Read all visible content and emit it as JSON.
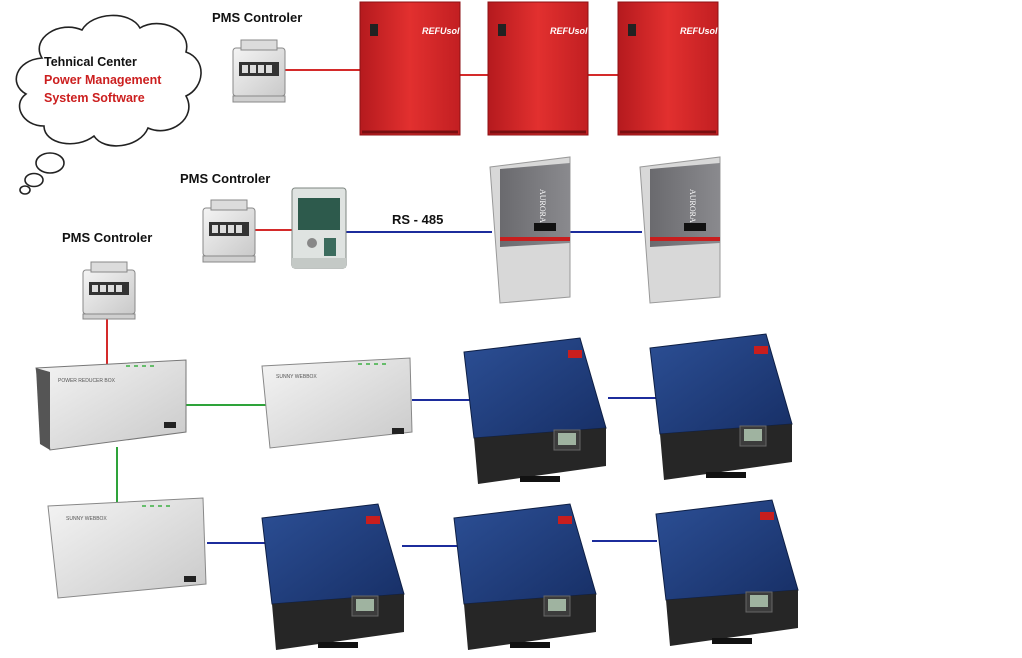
{
  "cloud": {
    "line1": "Tehnical Center",
    "line2": "Power Management",
    "line3": "System Software",
    "line1_color": "#111111",
    "accent_color": "#cc1f1f"
  },
  "labels": {
    "pms1": "PMS Controler",
    "pms2": "PMS Controler",
    "pms3": "PMS Controler",
    "rs485": "RS - 485"
  },
  "brands": {
    "refusol": "REFUsol",
    "aurora": "AURORA",
    "webbox": "SUNNY WEBBOX",
    "power_reducer": "POWER REDUCER BOX"
  },
  "colors": {
    "link_red": "#d42a2a",
    "link_blue": "#1c2c9c",
    "link_green": "#2ea33a",
    "refusol_red": "#d8262a",
    "sma_blue": "#20407e"
  }
}
